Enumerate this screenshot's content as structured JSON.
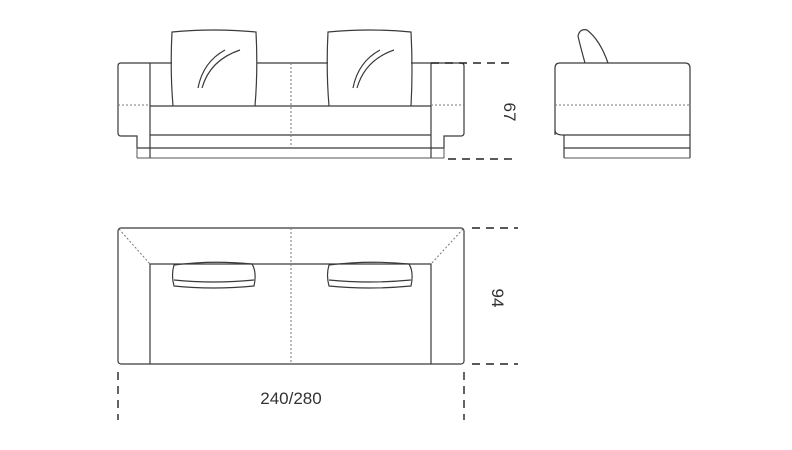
{
  "drawing": {
    "title": "Sofa dimension drawing",
    "views": [
      "front-elevation",
      "side-elevation",
      "plan-view"
    ],
    "dimensions": {
      "height": "67",
      "depth": "94",
      "width": "240/280"
    },
    "stroke_color": "#3a3a3a",
    "background": "#ffffff"
  }
}
